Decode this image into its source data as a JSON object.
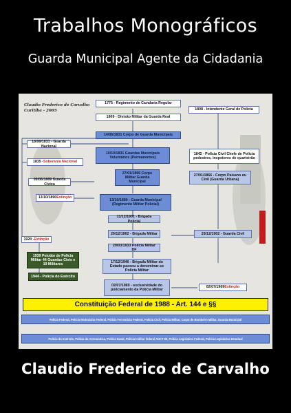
{
  "cover": {
    "title": "Trabalhos Monográficos",
    "subtitle": "Guarda Municipal Agente da Cidadania",
    "author": "Claudio Frederico de Carvalho"
  },
  "diagram": {
    "signature_line1": "Claudio Frederico de Carvalho",
    "signature_line2": "Curitiba - 2005",
    "boxes": {
      "b1775": "1775 - Regimento de Cavalaria Regular",
      "b1808": "1808 - Intendente Geral de Polícia",
      "b1809": "1809 - Divisão Militar da Guarda Real",
      "b1831a": "14/06/1831 Corpo de Guarda Municipais",
      "b1831b": "18/08/1831 - Guarda Nacional",
      "b1831c": "10/10/1831 Guardas Municipais Voluntários (Permanentes)",
      "b1835_text": "1835 - ",
      "b1835_red": "Soberania Nacional",
      "b1842": "1842 - Polícia Civil Chefe de Polícia pedestres, inspetores de quarteirão",
      "b1866a": "27/01/1866 Corpo Militar Guarda Municipal",
      "b1866b": "27/01/1866 - Corpo Paisano ou Civil (Guarda Urbana)",
      "b1889": "09/06/1889 Guarda Cívica",
      "b1890a_text": "13/10/1890 ",
      "b1890a_red": "Extinção",
      "b1890b": "13/10/1890 - Guarda Municipal (Regimento Militar Policial)",
      "b1901": "11/12/1901 - Brigada Policial",
      "b1902a": "29/12/1902 - Brigada Militar",
      "b1902b": "29/12/1902 - Guarda Civil",
      "b1920_text": "1920 - ",
      "b1920_red": "Extinção",
      "b1933": "29/03/1933 Polícia Militar DF",
      "b1939": "1939 Pelotão de Polícia Militar 44 Guardas Civis e 19 Militares",
      "b1944": "1944 - Polícia do Exército",
      "b1946": "17/12/1946 - Brigada Militar do Estado passou a denominar-se Polícia Militar",
      "b1969a": "02/07/1969 - exclusividade do policiamento da Polícia Militar",
      "b1969b_text": "02/07/1969 ",
      "b1969b_red": "Extinção"
    },
    "constitution": "Constituição Federal de 1988 - Art. 144 e §§",
    "footer1": "Polícia Federal, Polícia Rodoviária Federal, Polícia Ferroviária Federal, Polícia Civil, Polícia Militar, Corpo de Bombeiro Militar, Guarda Municipal",
    "footer2": "Polícia do Exército, Polícia da Aeronáutica, Polícia Naval, Polícial militar federal ADCT 89, Polícia Legislativa Federal, Polícia Legislativa Estadual"
  },
  "colors": {
    "background": "#000000",
    "panel": "#e3e2dc",
    "box_blue": "#6c8cd5",
    "box_green": "#3a5a2a",
    "constitution_yellow": "#fdf000",
    "extincao_red": "#d81e1e"
  }
}
